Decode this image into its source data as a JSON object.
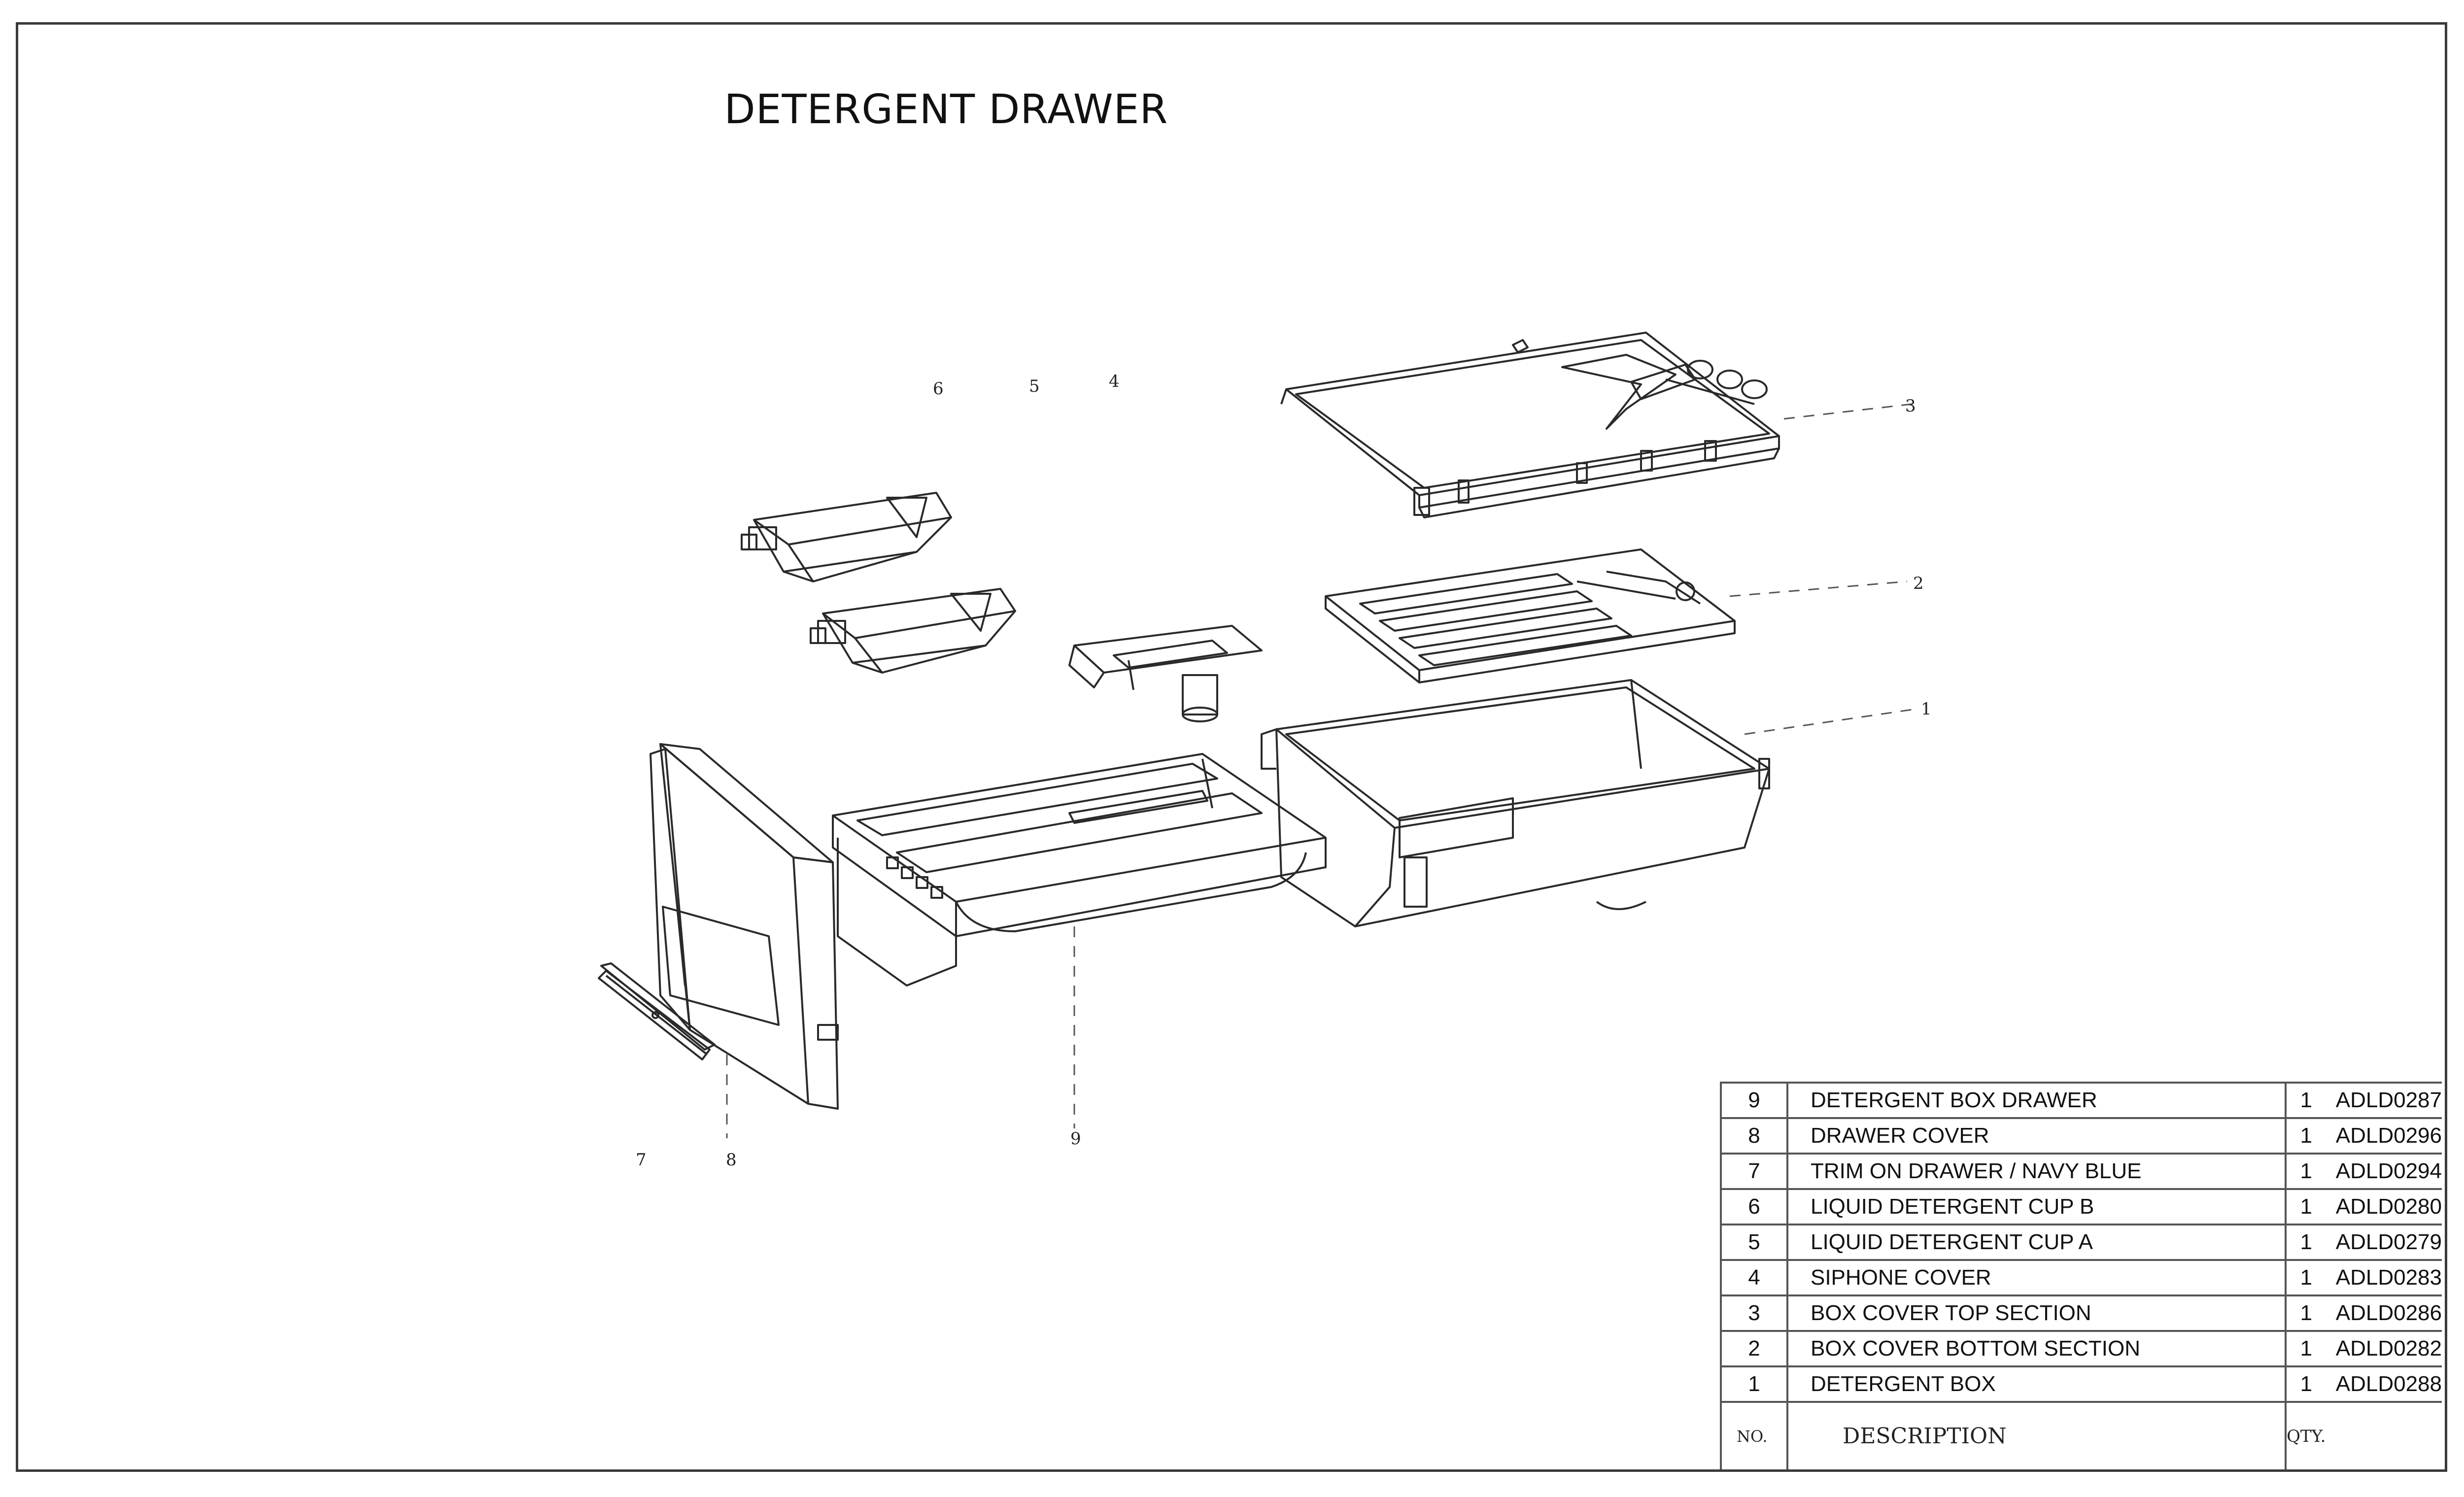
{
  "title": "DETERGENT DRAWER",
  "callouts": {
    "c1": "1",
    "c2": "2",
    "c3": "3",
    "c4": "4",
    "c5": "5",
    "c6": "6",
    "c7": "7",
    "c8": "8",
    "c9": "9"
  },
  "table": {
    "rows": [
      {
        "no": "9",
        "description": "DETERGENT BOX DRAWER",
        "qty": "1",
        "code": "ADLD0287"
      },
      {
        "no": "8",
        "description": "DRAWER COVER",
        "qty": "1",
        "code": "ADLD0296"
      },
      {
        "no": "7",
        "description": "TRIM ON DRAWER / NAVY BLUE",
        "qty": "1",
        "code": "ADLD0294"
      },
      {
        "no": "6",
        "description": "LIQUID DETERGENT CUP B",
        "qty": "1",
        "code": "ADLD0280"
      },
      {
        "no": "5",
        "description": "LIQUID DETERGENT CUP A",
        "qty": "1",
        "code": "ADLD0279"
      },
      {
        "no": "4",
        "description": "SIPHONE COVER",
        "qty": "1",
        "code": "ADLD0283"
      },
      {
        "no": "3",
        "description": "BOX COVER TOP SECTION",
        "qty": "1",
        "code": "ADLD0286"
      },
      {
        "no": "2",
        "description": "BOX COVER BOTTOM SECTION",
        "qty": "1",
        "code": "ADLD0282"
      },
      {
        "no": "1",
        "description": "DETERGENT BOX",
        "qty": "1",
        "code": "ADLD0288"
      }
    ],
    "header": {
      "no": "NO.",
      "description": "DESCRIPTION",
      "qty": "QTY."
    }
  }
}
